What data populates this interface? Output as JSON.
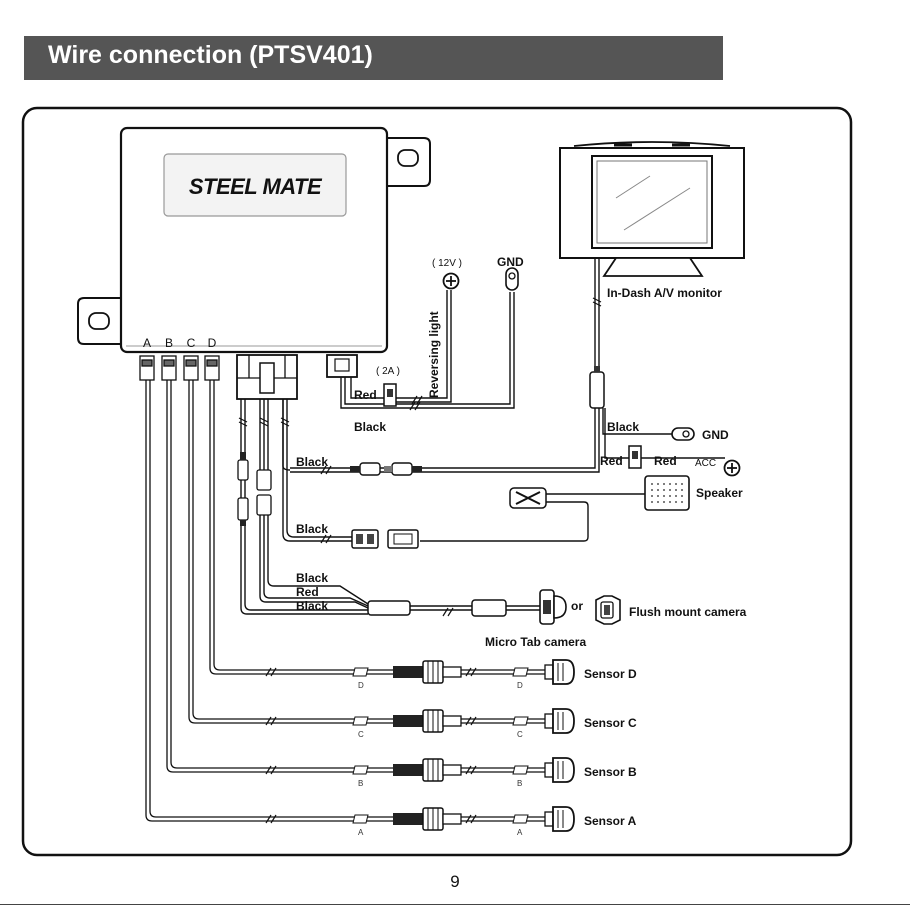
{
  "header": {
    "title": "Wire connection (PTSV401)"
  },
  "control_unit": {
    "brand": "STEEL MATE",
    "ports": [
      "A",
      "B",
      "C",
      "D"
    ]
  },
  "power": {
    "voltage": "( 12V )",
    "gnd_top": "GND",
    "reversing_light": "Reversing light",
    "fuse": "( 2A )",
    "red": "Red",
    "black": "Black"
  },
  "monitor": {
    "label": "In-Dash A/V monitor",
    "black": "Black",
    "gnd": "GND",
    "red_left": "Red",
    "red_right": "Red",
    "acc": "ACC",
    "speaker": "Speaker"
  },
  "harness": {
    "black_1": "Black",
    "black_2": "Black",
    "camera_black_1": "Black",
    "camera_red": "Red",
    "camera_black_2": "Black"
  },
  "camera": {
    "or": "or",
    "flush_mount": "Flush mount camera",
    "micro_tab": "Micro Tab camera"
  },
  "sensors": [
    {
      "label": "Sensor D",
      "tag": "D"
    },
    {
      "label": "Sensor C",
      "tag": "C"
    },
    {
      "label": "Sensor B",
      "tag": "B"
    },
    {
      "label": "Sensor A",
      "tag": "A"
    }
  ],
  "footer": {
    "page_number": "9"
  }
}
